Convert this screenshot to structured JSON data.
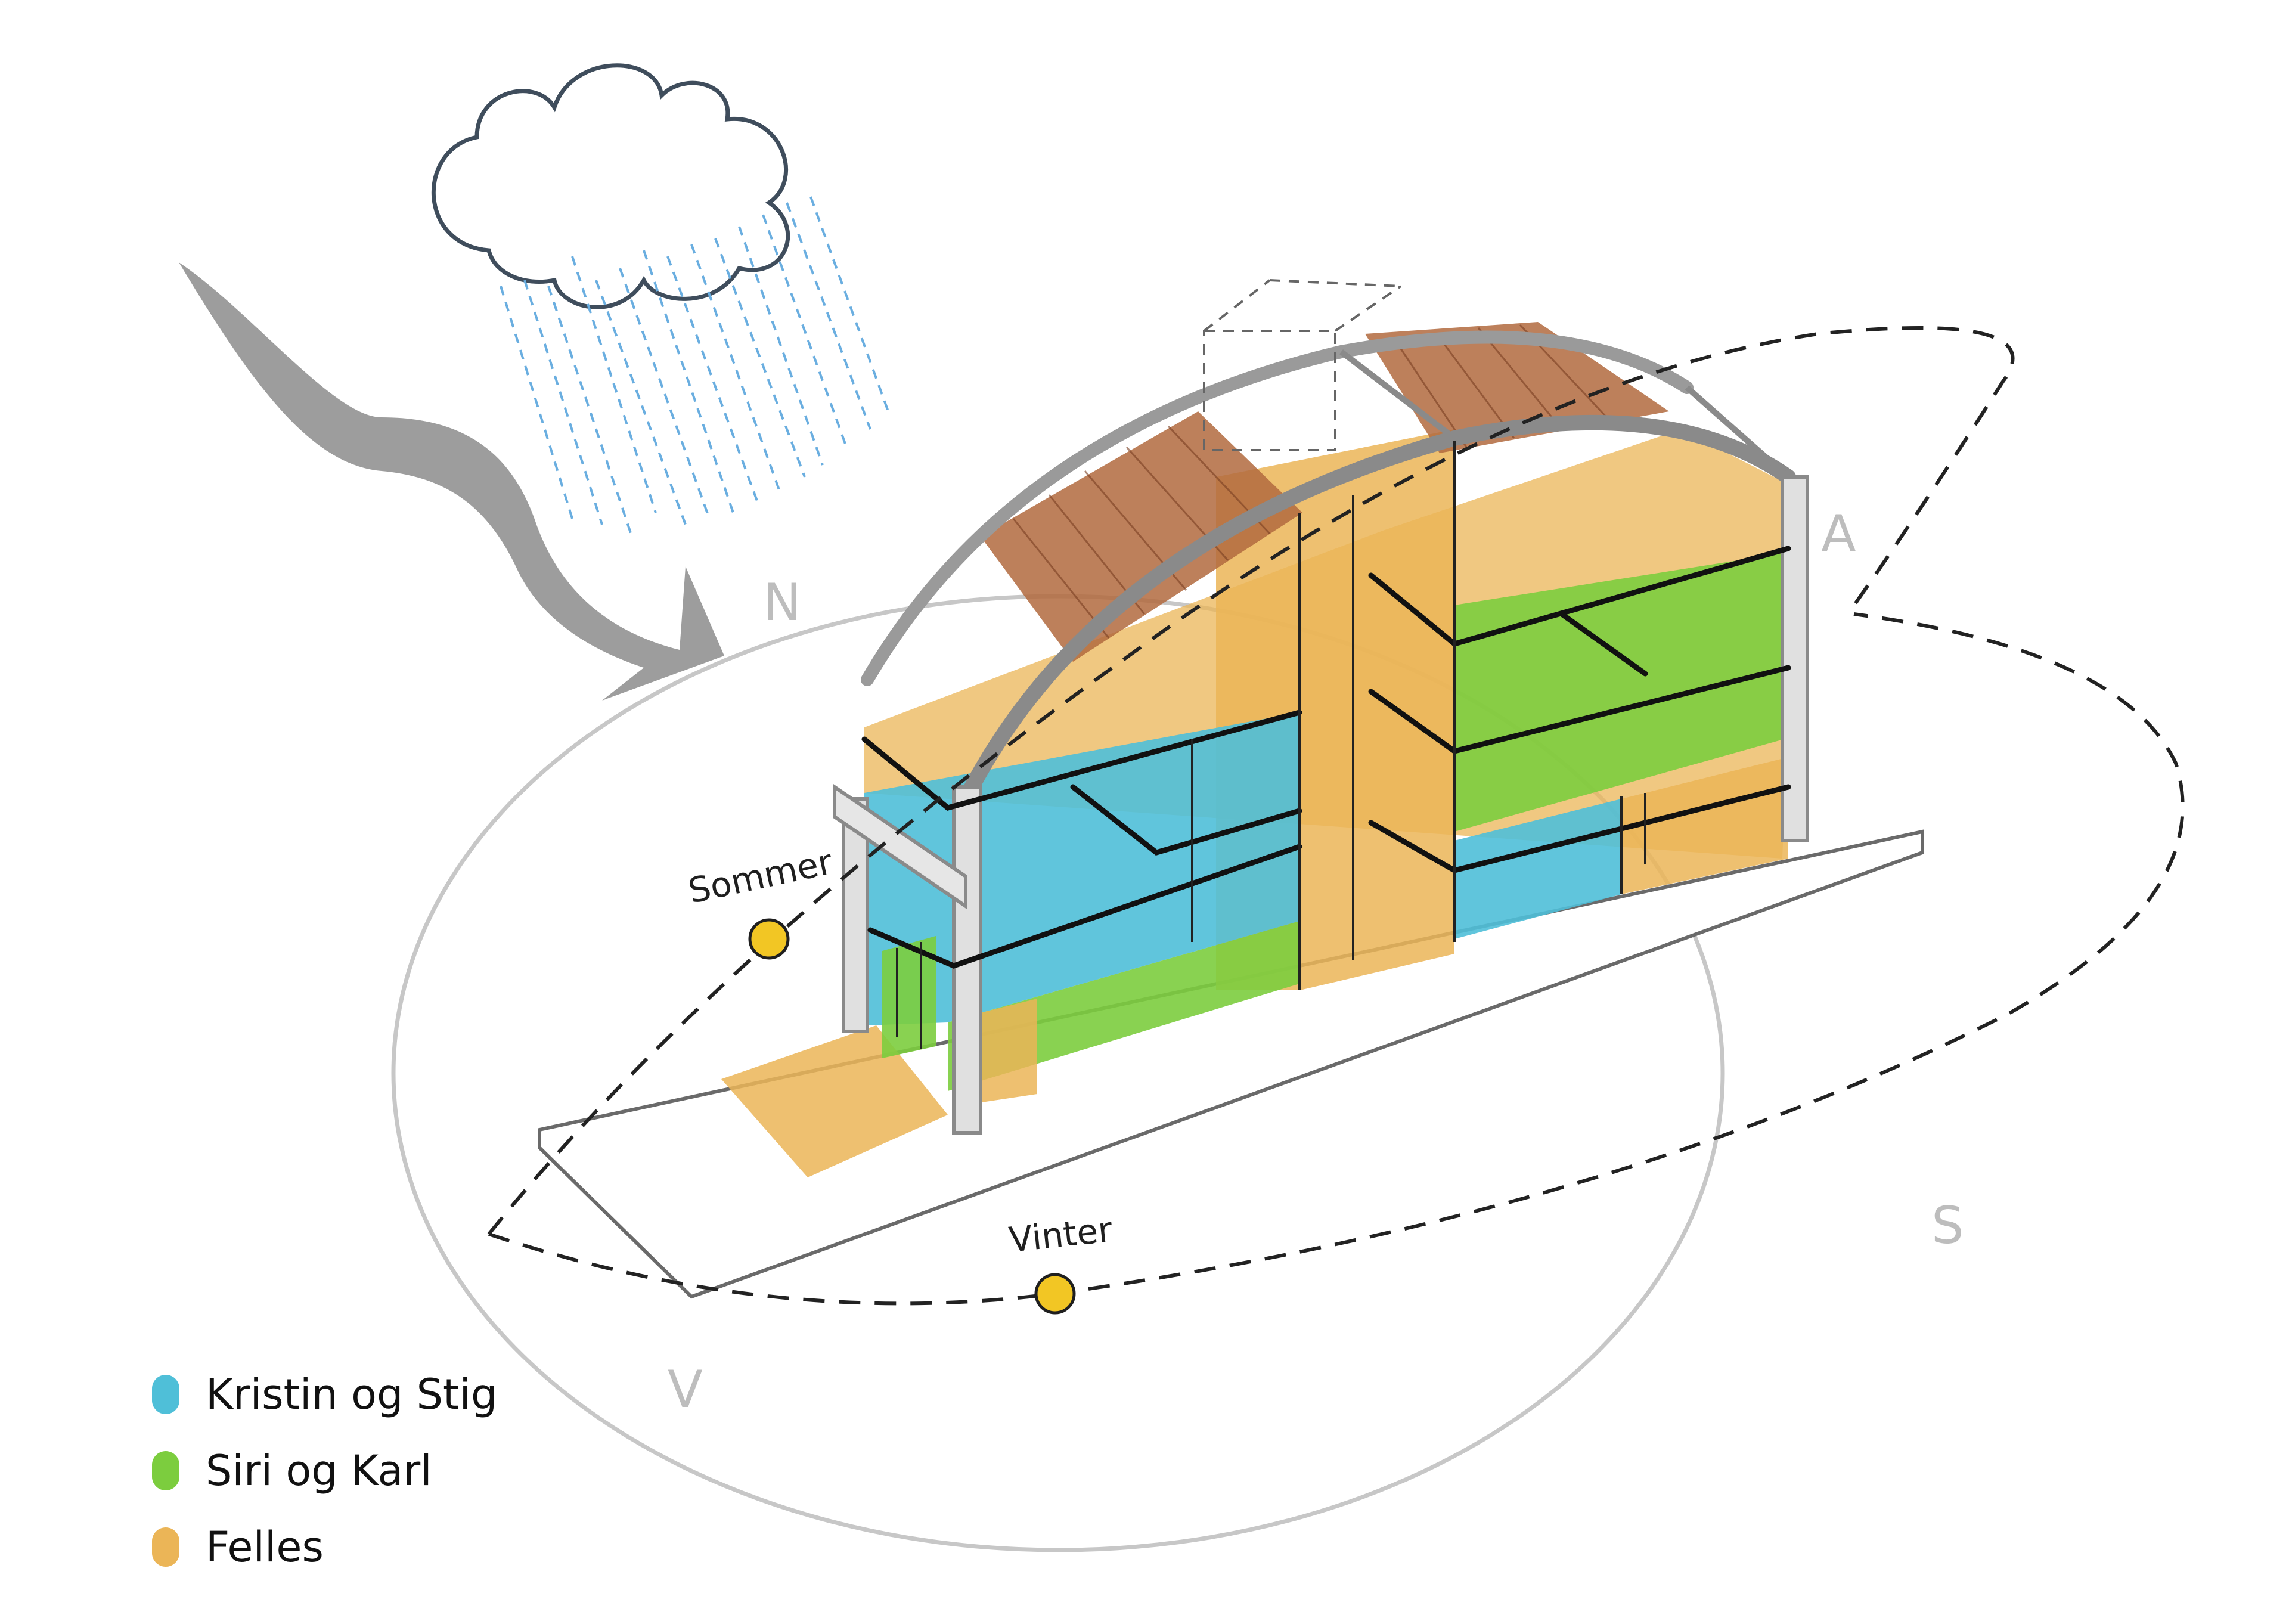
{
  "compass": {
    "north": "N",
    "east": "A",
    "south": "S",
    "west": "V"
  },
  "sun": {
    "summer_label": "Sommer",
    "winter_label": "Vinter",
    "color": "#f2c624"
  },
  "legend": [
    {
      "label": "Kristin og Stig",
      "color": "#4fbfd8"
    },
    {
      "label": "Siri og Karl",
      "color": "#7ccd3e"
    },
    {
      "label": "Felles",
      "color": "#ebb557"
    }
  ],
  "colors": {
    "roof_solar": "#b26a3e",
    "rain": "#6aaee0",
    "cloud_stroke": "#3f4d5c",
    "wind": "#8c8c8c",
    "orbit": "#c7c7c7",
    "line": "#111111",
    "frame": "#8a8a8a"
  }
}
